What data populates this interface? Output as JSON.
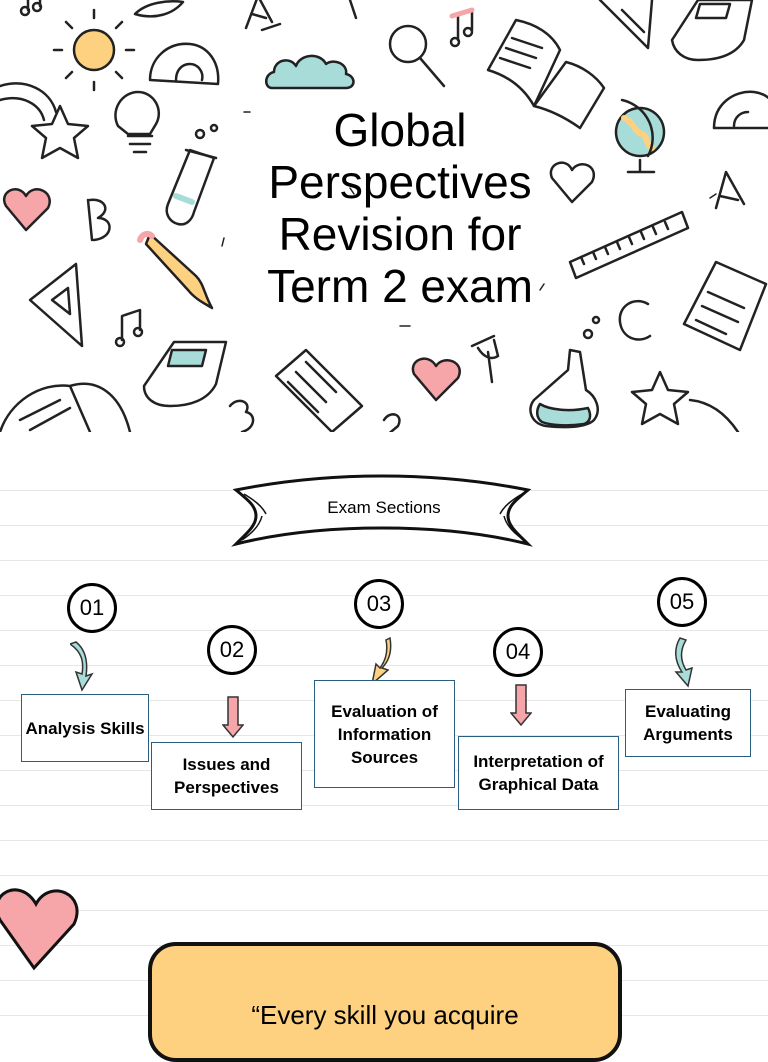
{
  "cover": {
    "title_lines": [
      "Global",
      "Perspectives",
      "Revision for",
      "Term 2 exam"
    ]
  },
  "sections": {
    "banner_label": "Exam Sections",
    "items": [
      {
        "number": "01",
        "label": "Analysis Skills",
        "arrow_color": "#8fd3cf"
      },
      {
        "number": "02",
        "label": "Issues and Perspectives",
        "arrow_color": "#f5a3a8"
      },
      {
        "number": "03",
        "label": "Evaluation of Information Sources",
        "arrow_color": "#f9c979"
      },
      {
        "number": "04",
        "label": "Interpretation of Graphical Data",
        "arrow_color": "#f5a3a8"
      },
      {
        "number": "05",
        "label": "Evaluating Arguments",
        "arrow_color": "#8fd3cf"
      }
    ]
  },
  "quote": {
    "text": "“Every skill you acquire"
  },
  "colors": {
    "teal": "#a7dcd9",
    "pink": "#f6a5a9",
    "peach": "#fdd180",
    "box_border": "#2b5d80"
  }
}
